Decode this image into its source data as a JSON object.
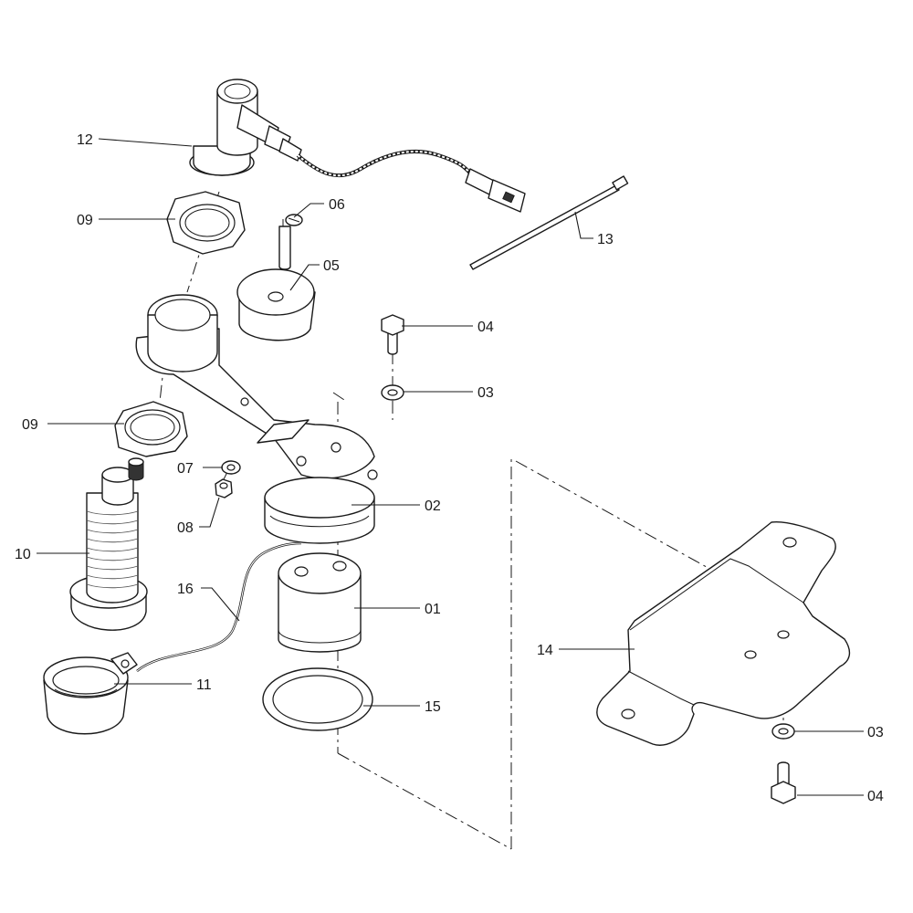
{
  "callouts": {
    "c12": "12",
    "c09a": "09",
    "c06": "06",
    "c05": "05",
    "c13": "13",
    "c04a": "04",
    "c03a": "03",
    "c09b": "09",
    "c07": "07",
    "c08": "08",
    "c02": "02",
    "c10": "10",
    "c16": "16",
    "c01": "01",
    "c14": "14",
    "c11": "11",
    "c15": "15",
    "c03b": "03",
    "c04b": "04"
  }
}
